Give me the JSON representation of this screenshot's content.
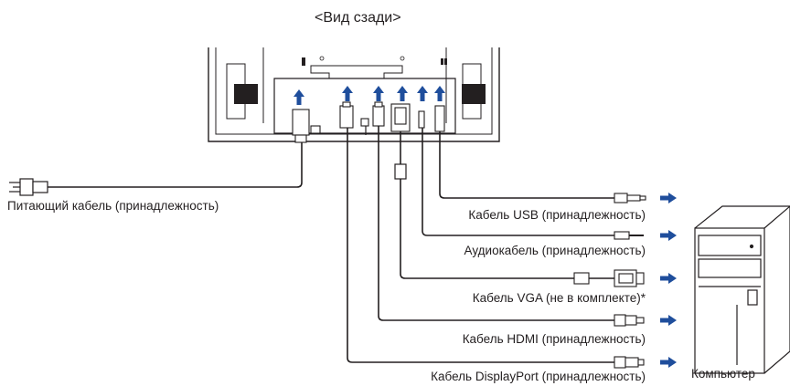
{
  "title": "<Вид сзади>",
  "labels": {
    "power_cable": "Питающий кабель (принадлежность)",
    "usb_cable": "Кабель USB (принадлежность)",
    "audio_cable": "Аудиокабель (принадлежность)",
    "vga_cable": "Кабель VGA (не в комплекте)*",
    "hdmi_cable": "Кабель HDMI (принадлежность)",
    "displayport_cable": "Кабель DisplayPort (принадлежность)",
    "computer": "Компьютер"
  },
  "colors": {
    "line": "#231f20",
    "arrow": "#1f4e9c",
    "background": "#ffffff"
  }
}
